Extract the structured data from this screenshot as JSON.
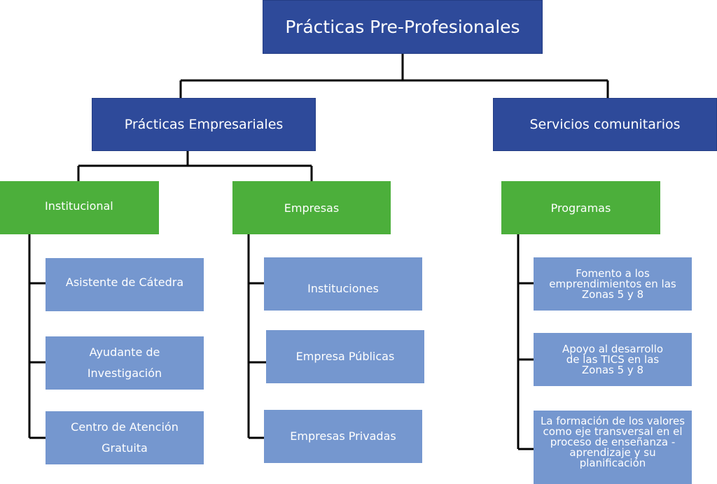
{
  "root": "Prácticas Pre-Profesionales",
  "practicas_empresariales": {
    "label": "Prácticas Empresariales",
    "institucional": {
      "label": "Institucional",
      "items": [
        "Asistente de Cátedra",
        "Ayudante de\nInvestigación",
        "Centro de Atención\nGratuita"
      ]
    },
    "empresas": {
      "label": "Empresas",
      "items": [
        "Instituciones",
        "Empresa Públicas",
        "Empresas Privadas"
      ]
    }
  },
  "servicios_comunitarios": {
    "label": "Servicios comunitarios",
    "programas": {
      "label": "Programas",
      "items": [
        "Fomento a los\nemprendimientos en las\nZonas 5 y 8",
        "Apoyo al desarrollo\nde las TICS en las\nZonas 5 y 8",
        "La formación de los valores\ncomo eje transversal en el\nproceso de enseñanza -\naprendizaje y su\nplanificación"
      ]
    }
  },
  "colors": {
    "navy": "#2e4a9a",
    "green": "#4caf3b",
    "leaf": "#7597cf",
    "line": "#000000"
  }
}
